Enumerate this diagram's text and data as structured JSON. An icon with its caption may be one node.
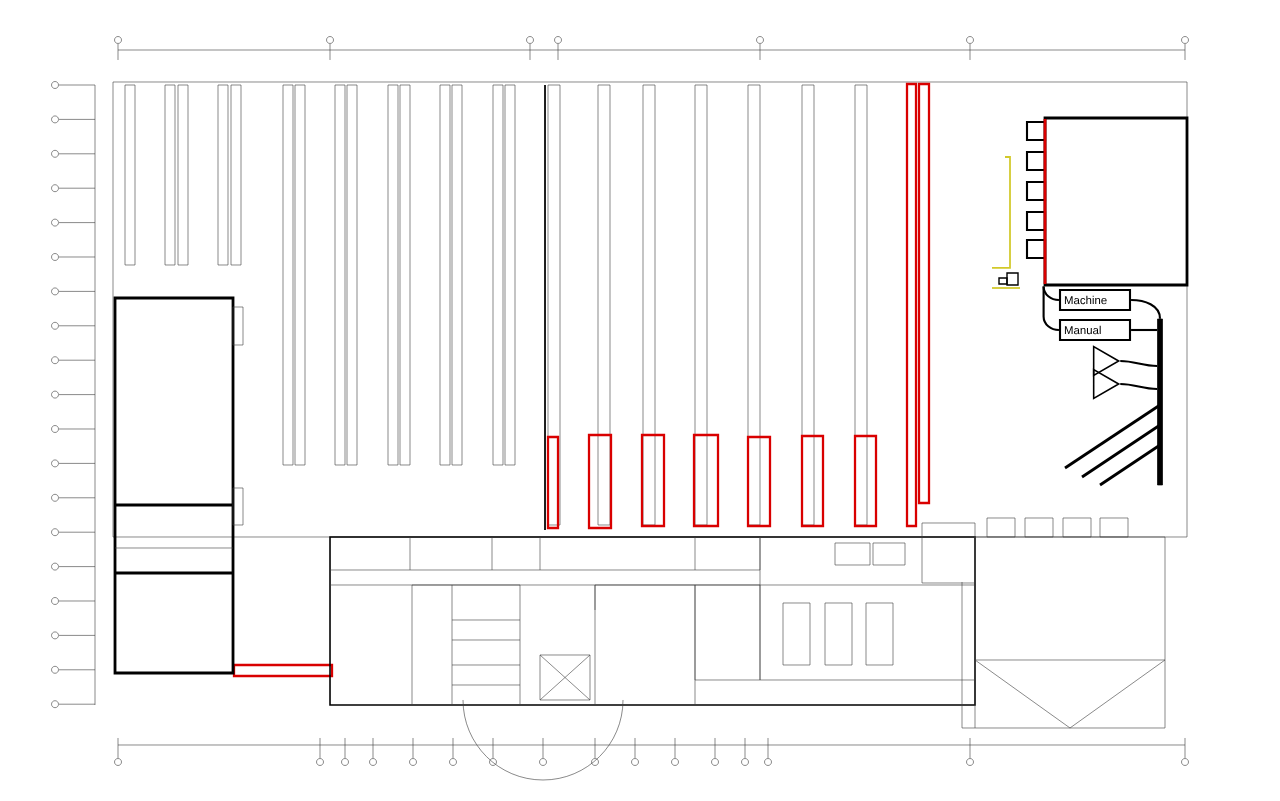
{
  "diagram": {
    "nodes": [
      {
        "text": [],
        "shape": "box"
      },
      {
        "text": [
          "Machine"
        ]
      },
      {
        "text": [
          "Manual"
        ]
      },
      {
        "text": [],
        "shape": "bar"
      },
      {
        "text": [],
        "shape": "triangle"
      },
      {
        "text": [],
        "shape": "triangle"
      }
    ],
    "edges": [
      {
        "from": 0,
        "to": 1,
        "arrow": "none"
      },
      {
        "from": 0,
        "to": 2,
        "arrow": "none"
      },
      {
        "from": 1,
        "to": 3,
        "arrow": "none"
      },
      {
        "from": 2,
        "to": 3,
        "arrow": "none"
      },
      {
        "from": 4,
        "to": 3,
        "arrow": "none"
      },
      {
        "from": 5,
        "to": 3,
        "arrow": "none"
      }
    ]
  }
}
